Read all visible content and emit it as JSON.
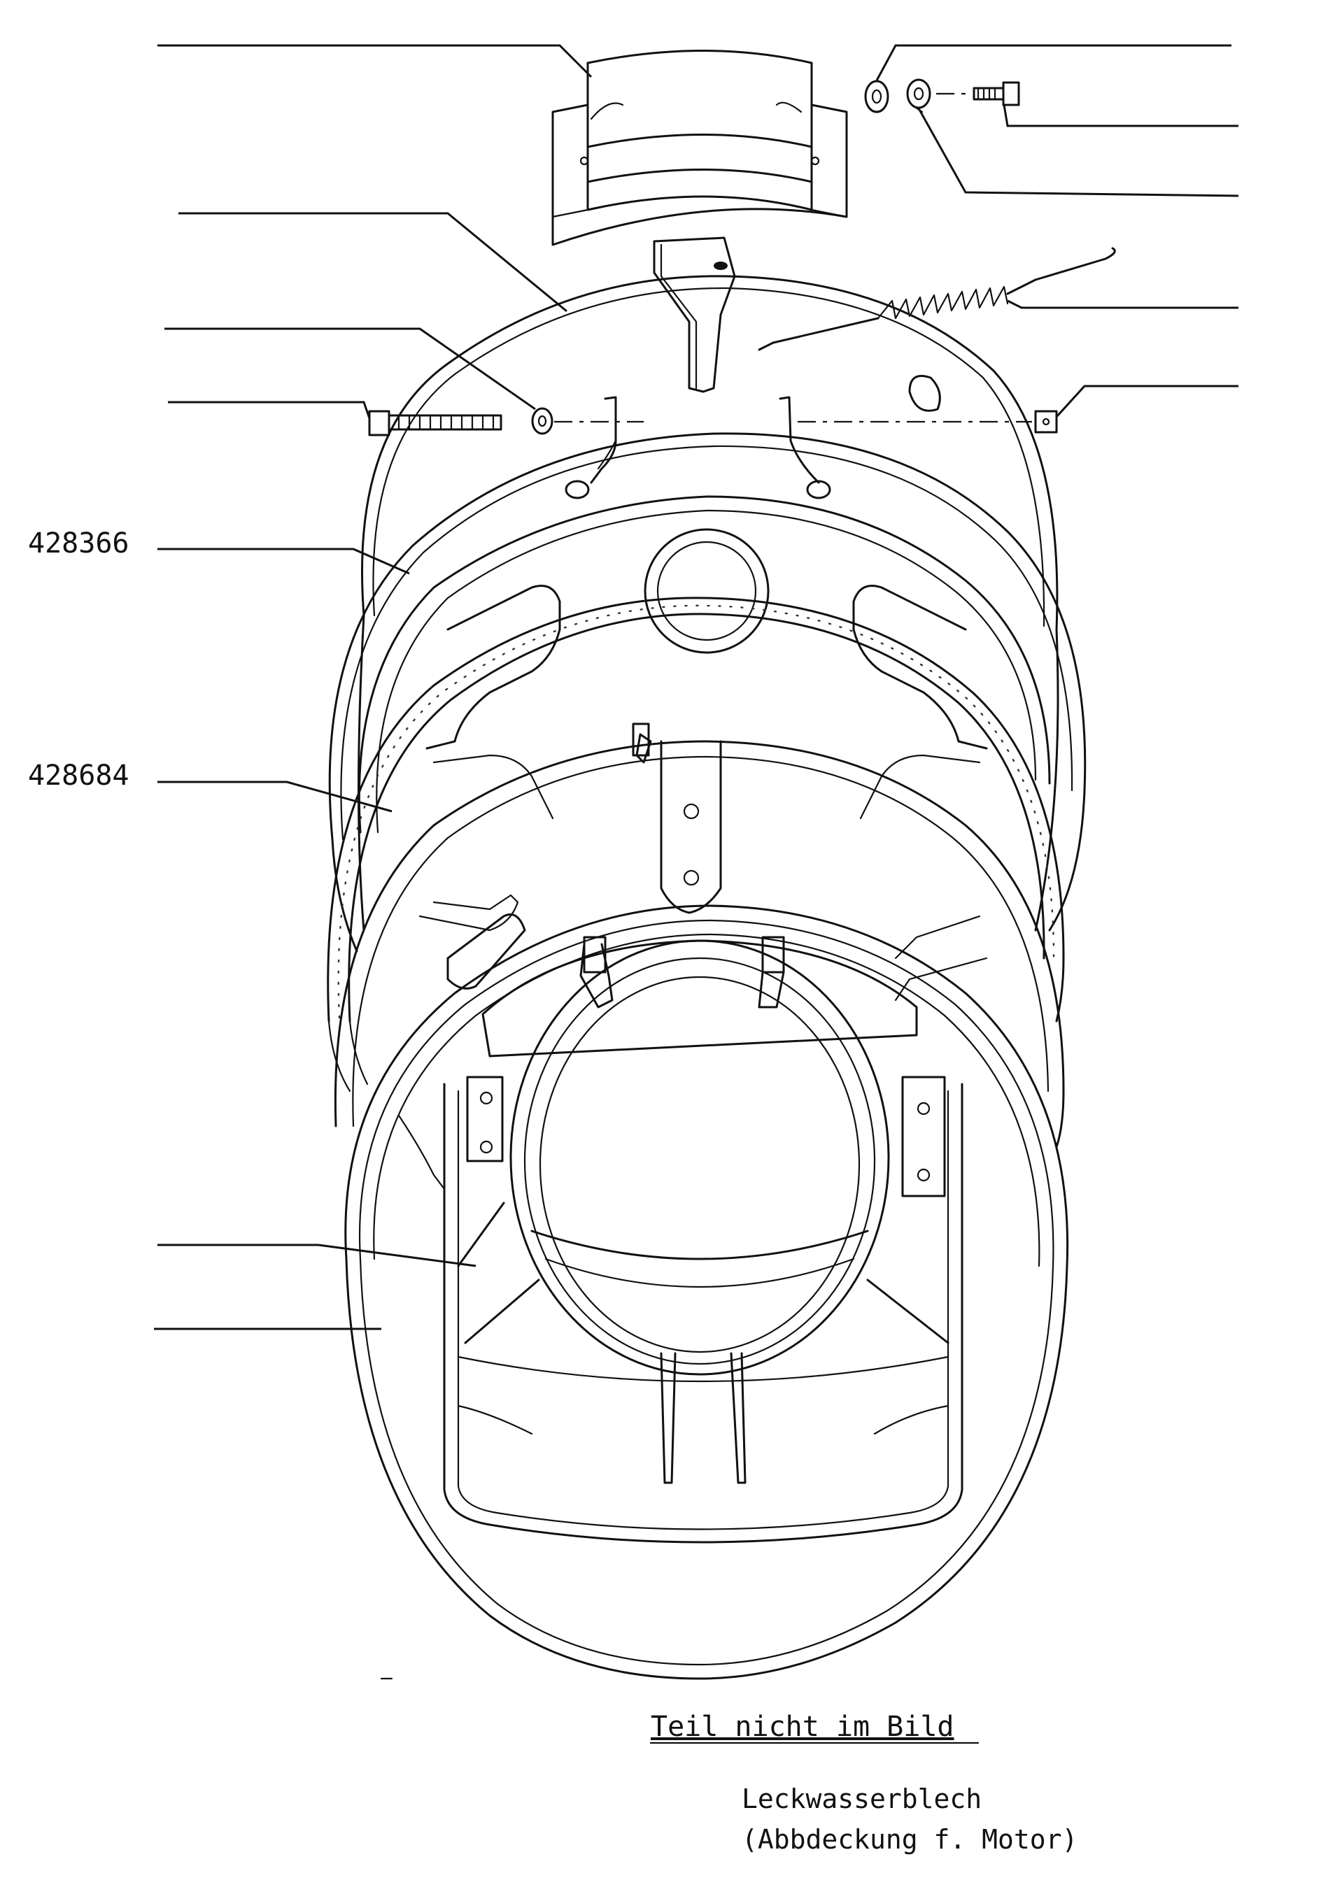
{
  "part_numbers": {
    "ring_upper": "428366",
    "ring_gasket": "428684"
  },
  "note": {
    "heading": "Teil nicht im Bild",
    "line1": "Leckwasserblech",
    "line2": "(Abbdeckung f. Motor)"
  }
}
